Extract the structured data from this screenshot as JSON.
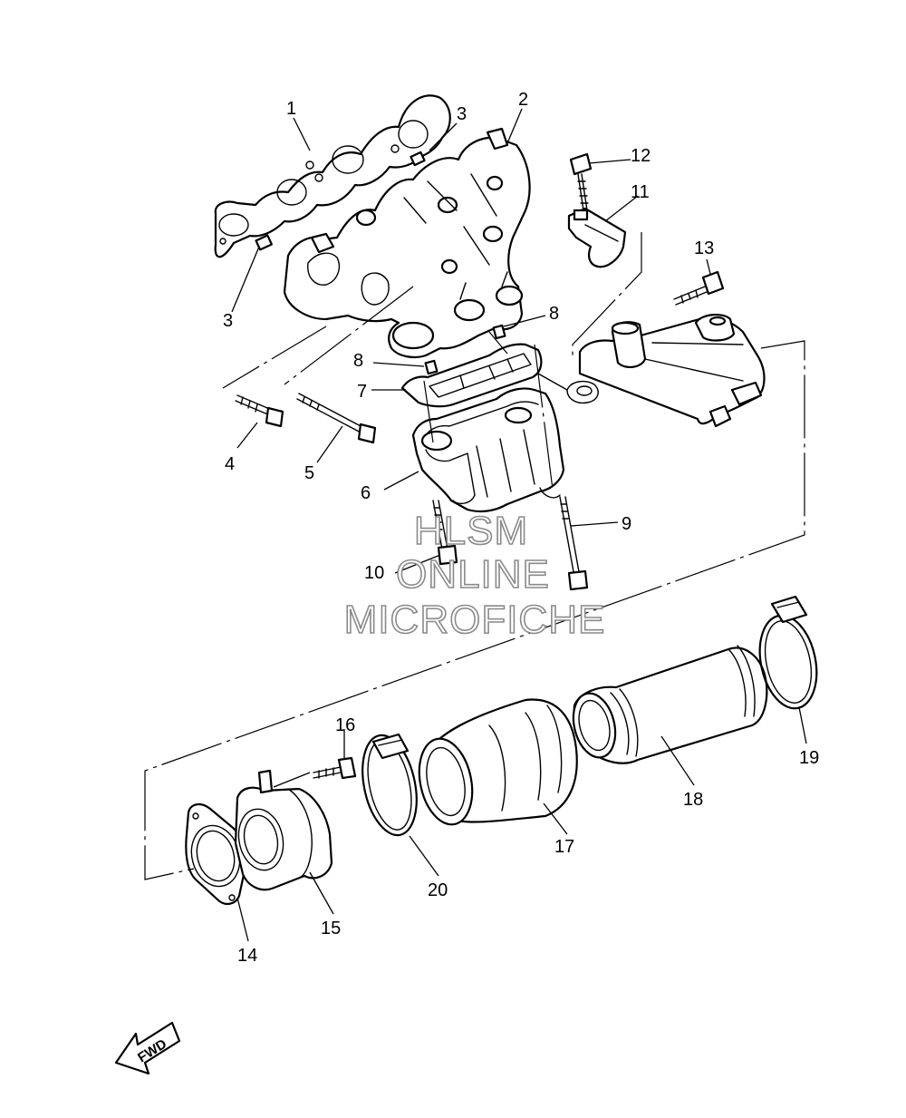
{
  "callouts": [
    {
      "id": "1",
      "label": "1"
    },
    {
      "id": "2",
      "label": "2"
    },
    {
      "id": "3a",
      "label": "3"
    },
    {
      "id": "3b",
      "label": "3"
    },
    {
      "id": "4",
      "label": "4"
    },
    {
      "id": "5",
      "label": "5"
    },
    {
      "id": "6",
      "label": "6"
    },
    {
      "id": "7",
      "label": "7"
    },
    {
      "id": "8a",
      "label": "8"
    },
    {
      "id": "8b",
      "label": "8"
    },
    {
      "id": "9",
      "label": "9"
    },
    {
      "id": "10",
      "label": "10"
    },
    {
      "id": "11",
      "label": "11"
    },
    {
      "id": "12",
      "label": "12"
    },
    {
      "id": "13",
      "label": "13"
    },
    {
      "id": "14",
      "label": "14"
    },
    {
      "id": "15",
      "label": "15"
    },
    {
      "id": "16",
      "label": "16"
    },
    {
      "id": "17",
      "label": "17"
    },
    {
      "id": "18",
      "label": "18"
    },
    {
      "id": "19",
      "label": "19"
    },
    {
      "id": "20",
      "label": "20"
    }
  ],
  "watermark": {
    "line1": "HLSM",
    "line2": "ONLINE",
    "line3": "MICROFICHE"
  },
  "fwd_label": "FWD"
}
